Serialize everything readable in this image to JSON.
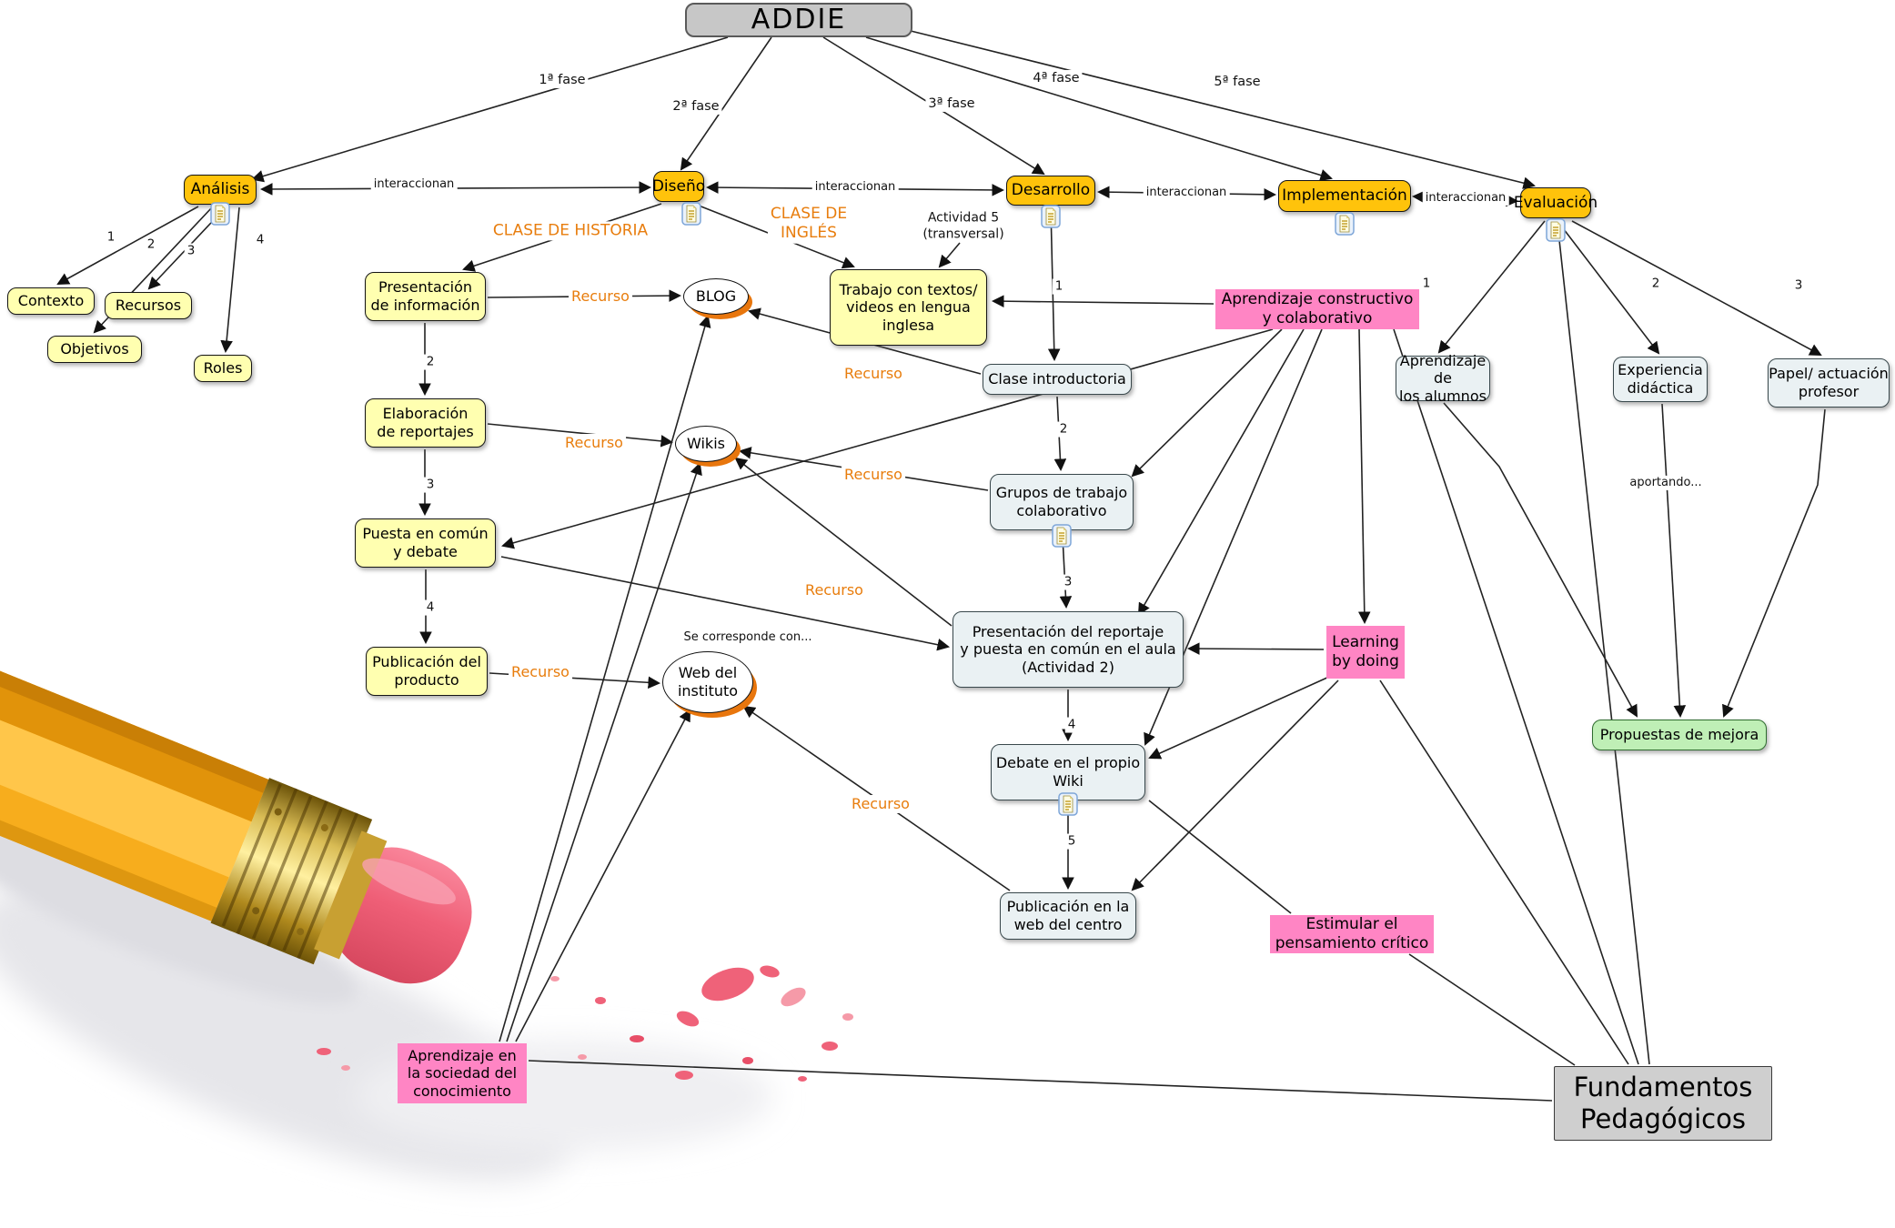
{
  "colors": {
    "accent_orange": "#E87D0D",
    "phase_fill": "#FFC30B",
    "yellow_fill": "#FFFFB0",
    "activity_fill": "#EAF1F3",
    "pink_fill": "#FF85C4",
    "green_fill": "#BFEFB6",
    "gray_fill": "#C7C7C7",
    "eraser_pink": "#EF5F77",
    "pencil_yellow": "#F7AD1D"
  },
  "nodes": {
    "addie": "ADDIE",
    "analisis": "Análisis",
    "diseno": "Diseño",
    "desarrollo": "Desarrollo",
    "implementacion": "Implementación",
    "evaluacion": "Evaluación",
    "contexto": "Contexto",
    "objetivos": "Objetivos",
    "recursos": "Recursos",
    "roles": "Roles",
    "pres_info": "Presentación\nde información",
    "elab_rep": "Elaboración\nde reportajes",
    "puesta": "Puesta en común\ny debate",
    "pub_prod": "Publicación del\nproducto",
    "trabajo": "Trabajo con textos/\nvideos en lengua\ninglesa",
    "clase_intro": "Clase introductoria",
    "grupos": "Grupos de trabajo\ncolaborativo",
    "pres_rep": "Presentación del reportaje\ny puesta en común en el aula\n(Actividad 2)",
    "debate": "Debate en el propio\nWiki",
    "pub_web": "Publicación en la\nweb del centro",
    "apr_constructivo": "Aprendizaje constructivo\ny colaborativo",
    "learning": "Learning\nby doing",
    "estimular": "Estimular el\npensamiento crítico",
    "apr_sociedad": "Aprendizaje en\nla sociedad del\nconocimiento",
    "apr_alumnos": "Aprendizaje de\nlos alumnos",
    "exp_did": "Experiencia\ndidáctica",
    "papel": "Papel/ actuación\nprofesor",
    "propuestas": "Propuestas de mejora",
    "fundamentos": "Fundamentos\nPedagógicos",
    "blog": "BLOG",
    "wikis": "Wikis",
    "web": "Web del\ninstituto"
  },
  "labels": {
    "fase1": "1ª fase",
    "fase2": "2ª fase",
    "fase3": "3ª fase",
    "fase4": "4ª fase",
    "fase5": "5ª fase",
    "interaccionan": "interaccionan",
    "n1": "1",
    "n2": "2",
    "n3": "3",
    "n4": "4",
    "n5": "5",
    "clase_historia": "CLASE DE HISTORIA",
    "clase_ingles": "CLASE DE\nINGLÉS",
    "actividad5": "Actividad 5\n(transversal)",
    "recurso": "Recurso",
    "se_corresponde": "Se corresponde con...",
    "aportando": "aportando..."
  },
  "icons": {
    "document": "document-icon"
  }
}
